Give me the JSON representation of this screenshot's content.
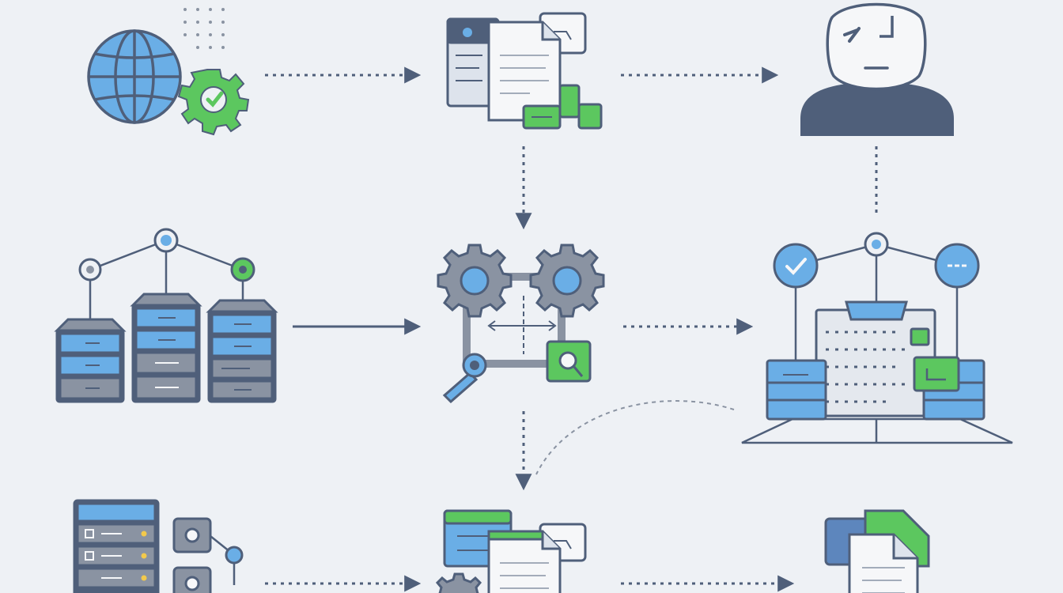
{
  "diagram": {
    "type": "icon-flow",
    "text_labels": [],
    "colors": {
      "background": "#eef1f5",
      "navy": "#4f5f7a",
      "blue": "#6aaee6",
      "green": "#5cc75f",
      "gray": "#8a93a2",
      "paper": "#f6f7f9"
    },
    "nodes": [
      {
        "id": "globe-settings",
        "icon": "globe-gear-icon"
      },
      {
        "id": "documents-top",
        "icon": "documents-icon"
      },
      {
        "id": "user-face",
        "icon": "user-icon"
      },
      {
        "id": "server-cluster",
        "icon": "server-cluster-icon"
      },
      {
        "id": "gear-pipeline",
        "icon": "gears-icon"
      },
      {
        "id": "dashboard-hub",
        "icon": "dashboard-icon"
      },
      {
        "id": "server-stack",
        "icon": "server-stack-icon"
      },
      {
        "id": "documents-bottom",
        "icon": "documents-icon"
      },
      {
        "id": "output-document",
        "icon": "file-icon"
      }
    ],
    "connections": [
      {
        "from": "globe-settings",
        "to": "documents-top",
        "style": "dashed"
      },
      {
        "from": "documents-top",
        "to": "user-face",
        "style": "dashed"
      },
      {
        "from": "documents-top",
        "to": "gear-pipeline",
        "style": "dashed"
      },
      {
        "from": "user-face",
        "to": "dashboard-hub",
        "style": "dashed"
      },
      {
        "from": "server-cluster",
        "to": "gear-pipeline",
        "style": "solid"
      },
      {
        "from": "gear-pipeline",
        "to": "dashboard-hub",
        "style": "dashed"
      },
      {
        "from": "gear-pipeline",
        "to": "documents-bottom",
        "style": "dashed"
      },
      {
        "from": "dashboard-hub",
        "to": "documents-bottom",
        "style": "curved-dashed"
      },
      {
        "from": "server-stack",
        "to": "documents-bottom",
        "style": "dashed"
      },
      {
        "from": "documents-bottom",
        "to": "output-document",
        "style": "dashed"
      }
    ]
  }
}
